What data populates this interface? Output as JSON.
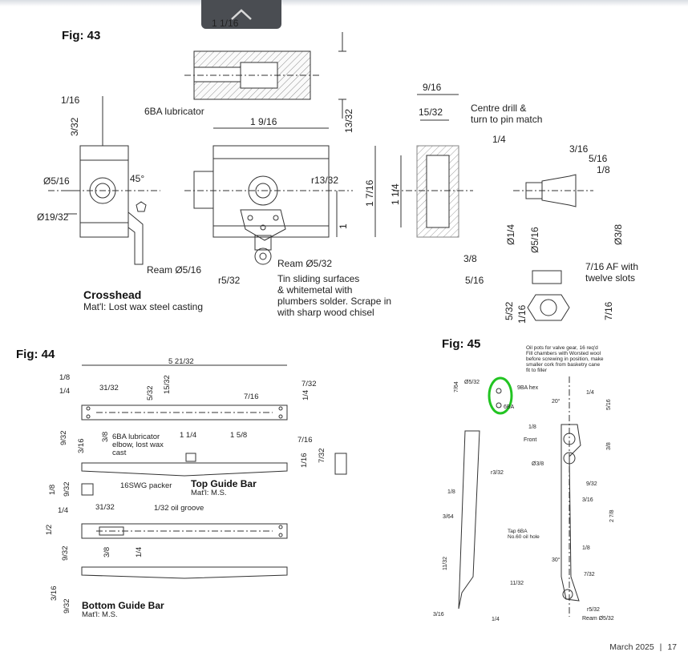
{
  "nav": {
    "up_icon": "chevron-up-icon"
  },
  "fig43": {
    "label": "Fig: 43",
    "title": "Crosshead",
    "material": "Mat'l: Lost wax steel casting",
    "lubricator": "6BA lubricator",
    "ream_516": "Ream Ø5/16",
    "ream_532": "Ream Ø5/32",
    "r532": "r5/32",
    "note": [
      "Tin sliding surfaces",
      "& whitemetal with",
      "plumbers solder. Scrape in",
      "with sharp wood chisel"
    ],
    "centre_note": [
      "Centre drill &",
      "turn to pin match"
    ],
    "af_note": [
      "7/16 AF with",
      "twelve slots"
    ],
    "dims": {
      "d1_1_16a": "1 1/16",
      "d1_16": "1/16",
      "d3_32": "3/32",
      "d45": "45°",
      "d5_16": "Ø5/16",
      "d19_32": "Ø19/32",
      "d1_9_16": "1 9/16",
      "r13_32": "r13/32",
      "d1": "1",
      "d13_32": "13/32",
      "d9_16": "9/16",
      "d15_32": "15/32",
      "d1_7_16": "1 7/16",
      "d1_1_4": "1 1/4",
      "d3_8": "3/8",
      "d5_16b": "5/16",
      "d1_4": "1/4",
      "d3_16": "3/16",
      "d5_16c": "5/16",
      "d1_8": "1/8",
      "dia1_4": "Ø1/4",
      "dia5_16": "Ø5/16",
      "dia3_8": "Ø3/8",
      "d5_32": "5/32",
      "d1_16b": "1/16",
      "d7_16": "7/16"
    }
  },
  "fig44": {
    "label": "Fig: 44",
    "top_title": "Top Guide Bar",
    "top_material": "Mat'l: M.S.",
    "bottom_title": "Bottom Guide Bar",
    "bottom_material": "Mat'l: M.S.",
    "lub_note": [
      "6BA lubricator",
      "elbow, lost wax",
      "cast"
    ],
    "packer": "16SWG packer",
    "oil_groove": "1/32 oil groove",
    "dims": {
      "d5_21_32": "5 21/32",
      "d1_8": "1/8",
      "d1_4": "1/4",
      "d31_32": "31/32",
      "d5_32": "5/32",
      "d15_32": "15/32",
      "d7_32": "7/32",
      "d7_16": "7/16",
      "d1_4b": "1/4",
      "d9_32": "9/32",
      "d3_8": "3/8",
      "d3_16": "3/16",
      "d1_1_4": "1 1/4",
      "d1_5_8": "1 5/8",
      "d7_16b": "7/16",
      "d1_16": "1/16",
      "d7_32b": "7/32",
      "d1_8b": "1/8",
      "d9_32b": "9/32",
      "d1_4c": "1/4",
      "d31_32b": "31/32",
      "d1_2": "1/2",
      "d9_32c": "9/32",
      "d3_8b": "3/8",
      "d1_4d": "1/4",
      "d3_16b": "3/16",
      "d9_32d": "9/32"
    }
  },
  "fig45": {
    "label": "Fig: 45",
    "oil_note": [
      "Oil pots for valve gear, 16 req'd",
      "Fill chambers with Worsted wool",
      "before screwing in position, make",
      "smaller cork from basketry cane",
      "fit to filler"
    ],
    "hex": "9BA hex",
    "ba6": "6BA",
    "front": "Front",
    "tap_note": [
      "Tap 6BA",
      "No.60 oil hole"
    ],
    "ream": "Ream Ø5/32",
    "dims": {
      "d7_64": "7/64",
      "dia5_32": "Ø5/32",
      "d1_4": "1/4",
      "d20": "20°",
      "d5_16": "5/16",
      "d1_8": "1/8",
      "dia3_8": "Ø3/8",
      "d3_8": "3/8",
      "d9_32": "9/32",
      "d3_16": "3/16",
      "d2_7_8": "2 7/8",
      "r3_32": "r3/32",
      "d1_8b": "1/8",
      "d3_64": "3/64",
      "d11_32": "11/32",
      "d1_8c": "1/8",
      "d30": "30°",
      "d7_32": "7/32",
      "d11_32b": "11/32",
      "d3_16b": "3/16",
      "d1_4b": "1/4",
      "r5_32": "r5/32"
    }
  },
  "footer": {
    "date": "March 2025",
    "sep": "|",
    "page": "17"
  }
}
